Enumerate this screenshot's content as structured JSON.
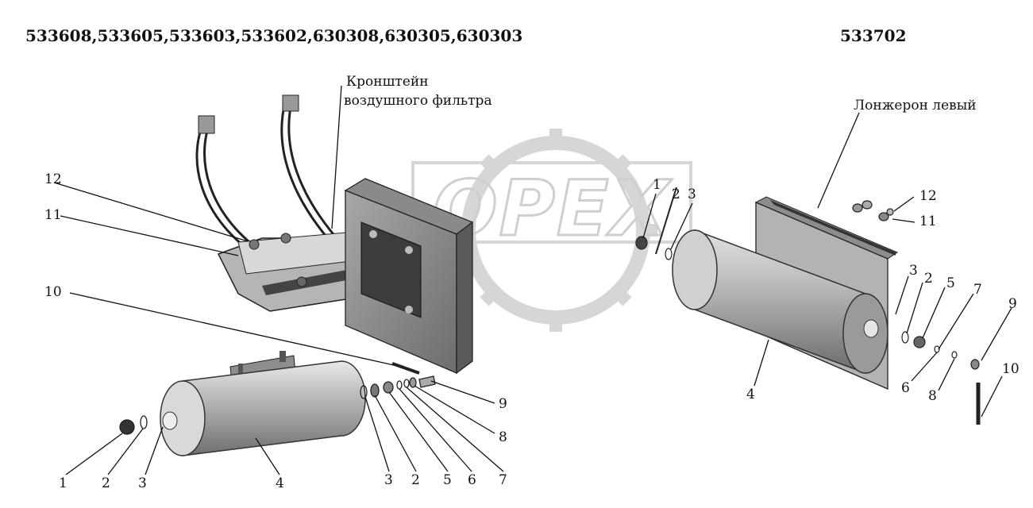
{
  "header": {
    "left_models": "533608,533605,533603,533602,630308,630305,630303",
    "right_model": "533702"
  },
  "captions": {
    "bracket_line1": "Кронштейн",
    "bracket_line2": "воздушного фильтра",
    "spar": "Лонжерон левый"
  },
  "watermark": {
    "text": "OPEX"
  },
  "left_assembly": {
    "labels": [
      "12",
      "11",
      "10",
      "9",
      "8",
      "7",
      "6",
      "5",
      "2",
      "3",
      "4",
      "1",
      "2",
      "3"
    ]
  },
  "right_assembly": {
    "labels": [
      "1",
      "2",
      "3",
      "12",
      "11",
      "3",
      "2",
      "5",
      "7",
      "9",
      "6",
      "8",
      "10",
      "4"
    ]
  }
}
